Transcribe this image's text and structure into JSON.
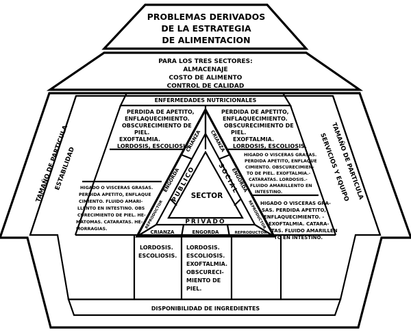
{
  "title": [
    "PROBLEMAS DERIVADOS",
    "DE LA ESTRATEGIA",
    "DE ALIMENTACION"
  ],
  "three_sectors": [
    "PARA LOS TRES SECTORES:",
    "ALMACENAJE",
    "COSTO DE ALIMENTO",
    "CONTROL DE CALIDAD"
  ],
  "nutritional_diseases": "ENFERMEDADES NUTRICIONALES",
  "left_side": [
    "TAMAÑO DE PARTICULA",
    "ESTABILIDAD"
  ],
  "right_side": [
    "TAMAÑO DE PARTICULA",
    "SERVICIOS Y EQUIPO"
  ],
  "upper_left_block": [
    "PERDIDA DE APETITO,",
    "ENFLAQUECIMIENTO.",
    "OBSCURECIMIENTO DE",
    "PIEL.",
    "EXOFTALMIA.",
    "LORDOSIS, ESCOLIOSIS."
  ],
  "upper_right_block": [
    "PERDIDA DE APETITO,",
    "ENFLAQUECIMIENTO.",
    "OBSCURECIMIENTO DE",
    "PIEL.",
    "EXOFTALMIA.",
    "LORDOSIS, ESCOLIOSIS."
  ],
  "mid_right_block": [
    "HIGADO O VISCERAS GRASAS.",
    "PERDIDA APETITO, ENFLAQUE",
    "CIMIENTO. OBSCURECIMIEN-",
    "TO DE PIEL. EXOFTALMIA.-",
    "CATARATAS. LORDOSIS.-",
    "FLUIDO AMARILLENTO EN",
    "INTESTINO."
  ],
  "lower_left_block": [
    "HIGADO O VISCERAS GRASAS.",
    "PERDIDA APETITO, ENFLAQUE",
    "CIMIENTO. FLUIDO AMARI-",
    "LLENTO EN INTESTINO. OBS",
    "CURECIMIENTO DE PIEL. HE-",
    "MATOMAS. CATARATAS. HE-",
    "MORRAGIAS."
  ],
  "lower_right_block": [
    "HIGADO O VISCERAS GRA-",
    "SAS. PERDIDA APETITO,",
    "ENFLAQUECIMIENTO. -",
    "EXOFTALMIA. CATARA-",
    "TAS. FLUIDO AMARILLEN",
    "TO EN INTESTINO."
  ],
  "bottom_left_block": [
    "LORDOSIS.",
    "ESCOLIOSIS."
  ],
  "bottom_center_block": [
    "LORDOSIS.",
    "ESCOLIOSIS.",
    "EXOFTALMIA.",
    "OBSCURECI-",
    "MIENTO DE",
    "PIEL."
  ],
  "stage_labels": {
    "crianza": "CRIANZA",
    "engorda": "ENGORDA",
    "reproductor": "REPRODUCTOR"
  },
  "triangle": {
    "center": "SECTOR",
    "publico": "PUBLICO",
    "social": "SOCIAL",
    "privado": "PRIVADO"
  },
  "ingredients": "DISPONIBILIDAD DE INGREDIENTES"
}
